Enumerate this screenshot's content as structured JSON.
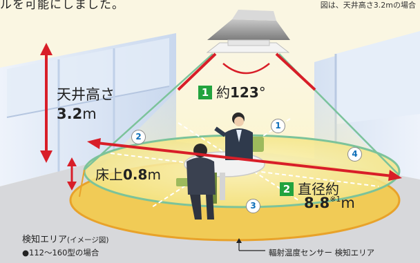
{
  "header_text": "ルを可能にしました。",
  "note": "図は、天井高さ3.2mの場合",
  "ceiling": {
    "label": "天井高さ",
    "value": "3.2",
    "unit": "m"
  },
  "floor": {
    "label": "床上",
    "value": "0.8",
    "unit": "m"
  },
  "angle": {
    "badge": "1",
    "prefix": "約",
    "value": "123",
    "unit": "°"
  },
  "diameter": {
    "badge": "2",
    "label": "直径約",
    "value": "8.8",
    "note_mark": "※1",
    "unit": "m"
  },
  "zones": [
    "1",
    "2",
    "3",
    "4"
  ],
  "legend": {
    "area_title": "検知エリア",
    "area_sub": "(イメージ図)",
    "model": "●112～160型の場合",
    "sensor": "輻射温度センサー 検知エリア"
  },
  "colors": {
    "arrow_red": "#d81e28",
    "badge_green": "#22a33e",
    "zone_number": "#0d6eb8",
    "cone_outline": "#7cc39a",
    "floor_ellipse": "#ecc23c"
  }
}
